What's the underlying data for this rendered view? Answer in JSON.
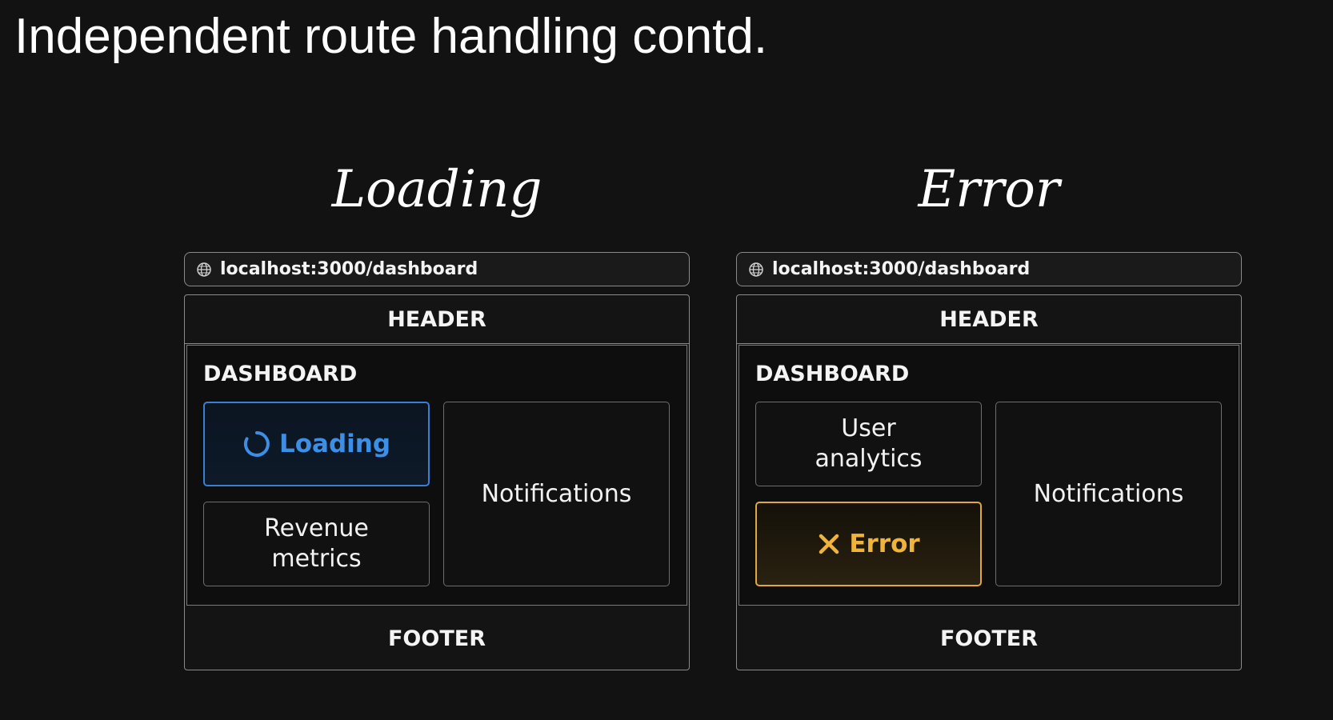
{
  "slide": {
    "title": "Independent route handling contd."
  },
  "colors": {
    "background": "#121212",
    "loading_accent": "#3d8fe6",
    "error_accent": "#f0b43a",
    "border": "#8a8a8a"
  },
  "panels": [
    {
      "heading": "Loading",
      "url": "localhost:3000/dashboard",
      "header": "HEADER",
      "dashboard_label": "DASHBOARD",
      "top_left": {
        "label": "Loading",
        "icon": "spinner-icon",
        "state": "loading"
      },
      "bottom_left": {
        "label": "Revenue\nmetrics"
      },
      "right": {
        "label": "Notifications"
      },
      "footer": "FOOTER"
    },
    {
      "heading": "Error",
      "url": "localhost:3000/dashboard",
      "header": "HEADER",
      "dashboard_label": "DASHBOARD",
      "top_left": {
        "label": "User\nanalytics"
      },
      "bottom_left": {
        "label": "Error",
        "icon": "x-icon",
        "state": "error"
      },
      "right": {
        "label": "Notifications"
      },
      "footer": "FOOTER"
    }
  ]
}
